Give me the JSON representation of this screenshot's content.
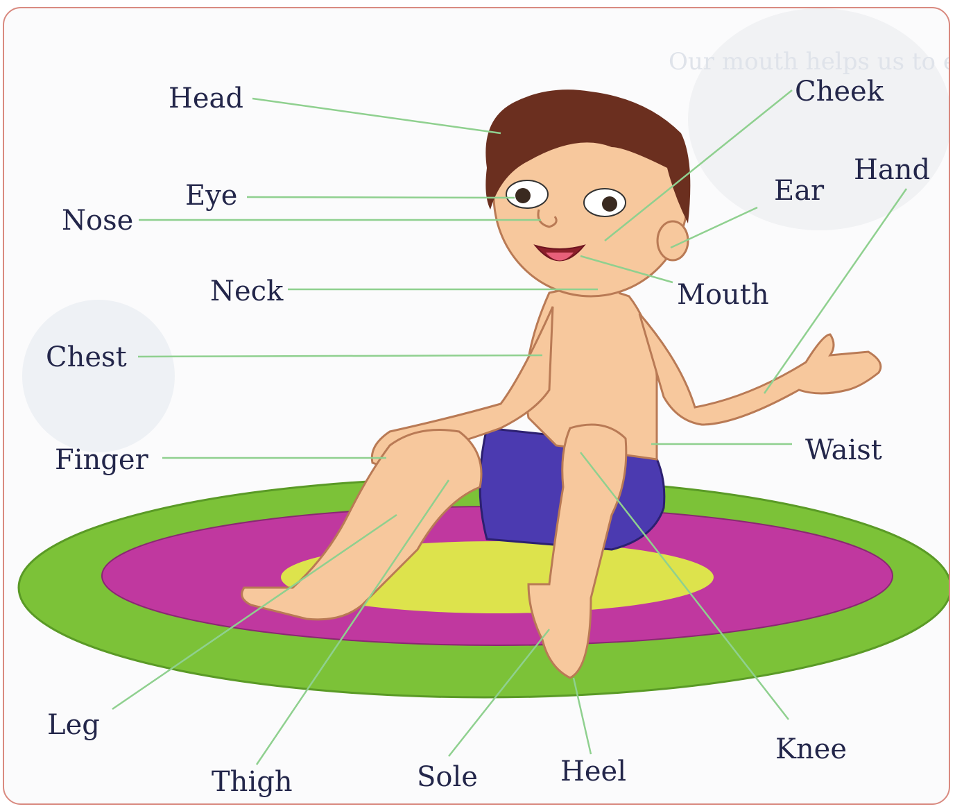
{
  "colors": {
    "frame_border": "#d98a80",
    "label_text": "#23264a",
    "leader_line": "#8fd08f",
    "mat_outer": "#7cc238",
    "mat_middle": "#c0389f",
    "mat_inner": "#dde34c",
    "skin": "#f7c89d",
    "hair": "#6b2f1f",
    "shorts": "#4b3ab0"
  },
  "labels": {
    "head": "Head",
    "cheek": "Cheek",
    "hand": "Hand",
    "eye": "Eye",
    "ear": "Ear",
    "nose": "Nose",
    "neck": "Neck",
    "mouth": "Mouth",
    "chest": "Chest",
    "finger": "Finger",
    "waist": "Waist",
    "leg": "Leg",
    "thigh": "Thigh",
    "sole": "Sole",
    "heel": "Heel",
    "knee": "Knee"
  }
}
